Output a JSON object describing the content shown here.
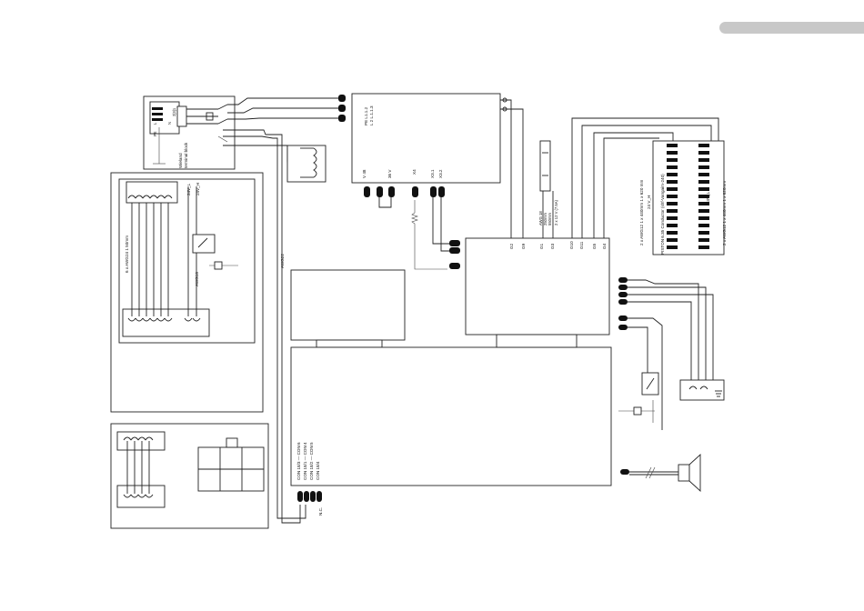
{
  "colors": {
    "line": "#222222",
    "tab": "#c8c8c8",
    "background": "#ffffff"
  },
  "mains": {
    "block_label_line1": "Wieland",
    "block_label_line2": "terminal block",
    "pe": "PE",
    "l": "L",
    "n": "N",
    "terminals": "2|3|1",
    "pins": "PE    L1.1.2",
    "pins2": "L 2    L.1.1.3"
  },
  "psu": {
    "out_left": "V 48",
    "out_mid": "36 V",
    "x4": "X4",
    "x3_1": "X3.1",
    "x3_2": "X3.2"
  },
  "left_panel": {
    "cable": "6 x AWG24  1 50mm",
    "v24_l": "24V_L",
    "v24_h": "24V_H",
    "awg16": "AWG16"
  },
  "center": {
    "awg22": "AWG22"
  },
  "controller": {
    "g2": "G2",
    "g9": "G9",
    "g1": "G1",
    "g3": "G3",
    "g10": "G10",
    "g11": "G11",
    "g5": "G5",
    "g4": "G4"
  },
  "main_board": {
    "con_lines": [
      "CON 18/3 — CON 6",
      "CON 18/1 — CON 4",
      "CON 18/2 — CON 5",
      "CON 18/4"
    ],
    "nc": "N.C."
  },
  "fan": {
    "awg": "AWG 18",
    "len1": "250mm",
    "len2": "550mm",
    "spec": "2 x 12 V (7.5A)"
  },
  "right_cables": {
    "left": "2 x AWG12   1 x 620 mm",
    "left2": "2 x AWG12   1 x 440mm   1 x 620 mm",
    "v24_h": "24 V_H",
    "v24_l": "24V_L",
    "piston": "PISTON  6.35 Conductor (shf-Vangaim-240)",
    "right": "2 x AWG12   1 x 440mm  1 x 620mm"
  }
}
